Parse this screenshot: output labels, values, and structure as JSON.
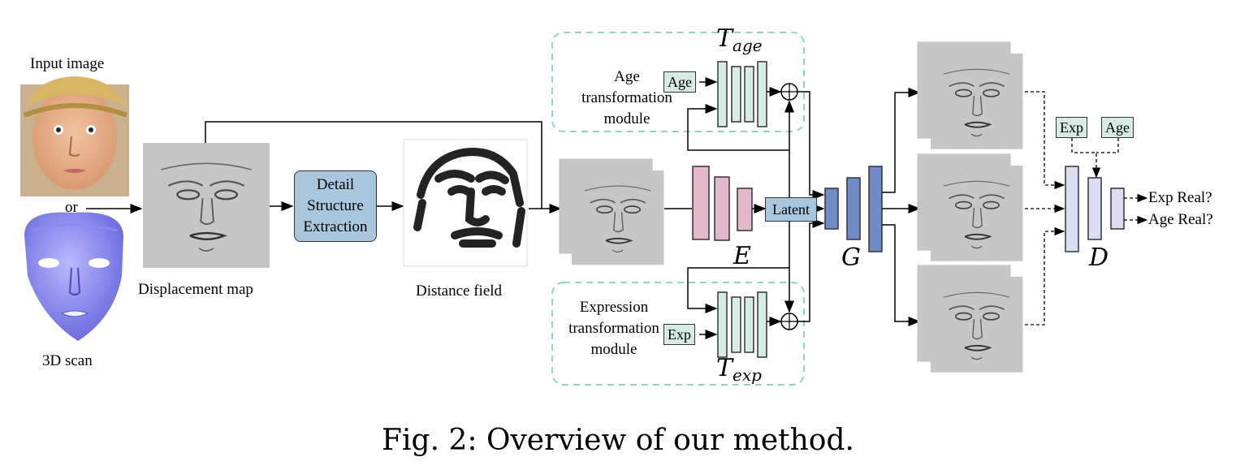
{
  "input": {
    "input_image_label": "Input image",
    "or_label": "or",
    "scan_label": "3D scan"
  },
  "pipeline": {
    "displacement_label": "Displacement map",
    "extraction_label": [
      "Detail",
      "Structure",
      "Extraction"
    ],
    "distance_label": "Distance field",
    "latent_label": "Latent"
  },
  "modules": {
    "age_module_label": [
      "Age",
      "transformation",
      "module"
    ],
    "exp_module_label": [
      "Expression",
      "transformation",
      "module"
    ],
    "age_tag": "Age",
    "exp_tag": "Exp"
  },
  "symbols": {
    "T_age_base": "T",
    "T_age_sub": "age",
    "T_exp_base": "T",
    "T_exp_sub": "exp",
    "E": "E",
    "G": "G",
    "D": "D"
  },
  "discriminator": {
    "exp_tag": "Exp",
    "age_tag": "Age",
    "outputs": [
      "Exp Real?",
      "Age Real?"
    ]
  },
  "colors": {
    "encoder": "#e4b8cb",
    "generator": "#6f8cc9",
    "transform": "#d6ece3",
    "discriminator": "#dcdcf2",
    "dashed_border": "#8fd6c4",
    "blue_box": "#a9c6df"
  },
  "caption": "Fig. 2: Overview of our method."
}
